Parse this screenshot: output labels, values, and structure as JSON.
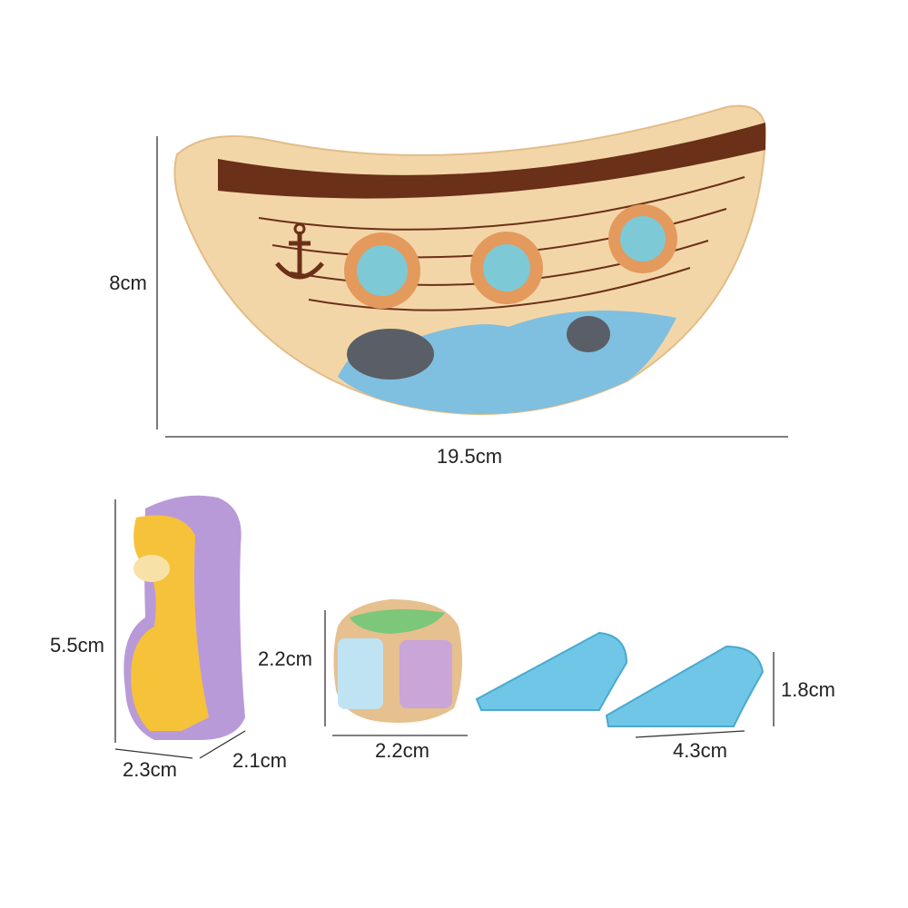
{
  "dimensions": {
    "boat_height": "8cm",
    "boat_width": "19.5cm",
    "giraffe_height": "5.5cm",
    "giraffe_width": "2.3cm",
    "giraffe_depth": "2.1cm",
    "dice_height": "2.2cm",
    "dice_width": "2.2cm",
    "wedge_height": "1.8cm",
    "wedge_length": "4.3cm"
  },
  "colors": {
    "boat_wood": "#f3d6a8",
    "boat_stripe": "#6b3018",
    "porthole_ring": "#e39a5c",
    "porthole_glass": "#7ec9d6",
    "water": "#7fbfe0",
    "giraffe_block": "#b99ad8",
    "giraffe": "#f6c23a",
    "wedge": "#6fc6e6",
    "line": "#333333"
  }
}
